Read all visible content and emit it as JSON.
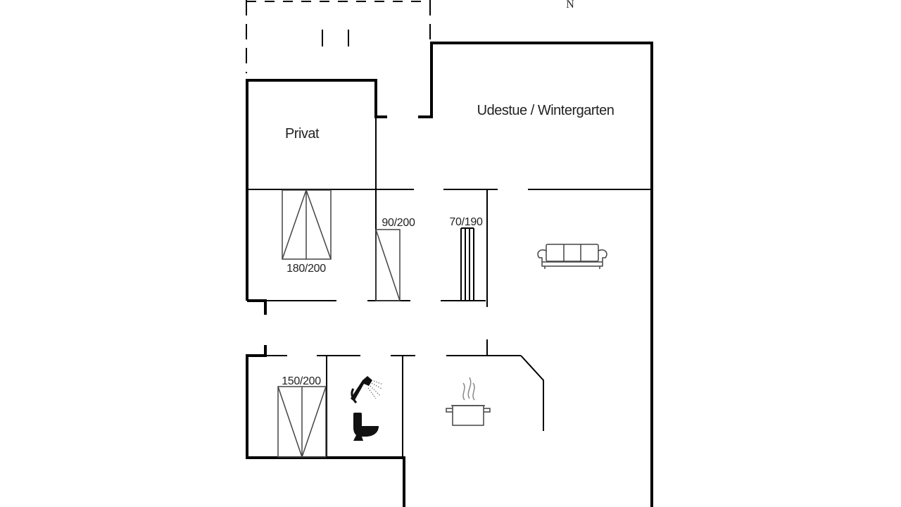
{
  "plan": {
    "north_marker": "N",
    "rooms": {
      "private": "Privat",
      "wintergarden": "Udestue / Wintergarten"
    },
    "beds": {
      "double_top": "180/200",
      "single_top": "90/200",
      "bunk": "70/190",
      "double_bottom": "150/200"
    },
    "icons": [
      "sofa-icon",
      "shower-icon",
      "toilet-icon",
      "cooking-pot-icon"
    ],
    "colors": {
      "line": "#000000",
      "furniture": "#444444",
      "background": "#ffffff"
    }
  }
}
